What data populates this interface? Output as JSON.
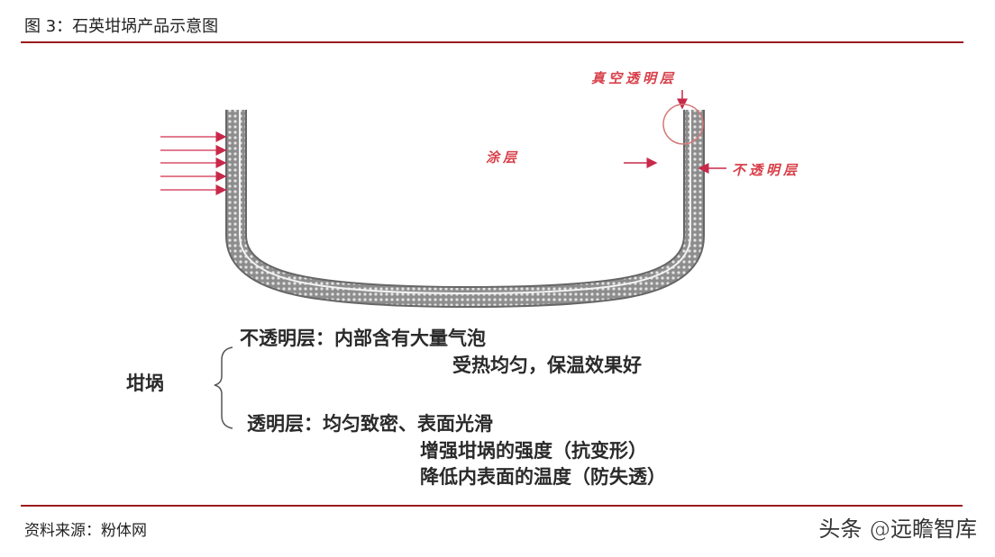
{
  "figure": {
    "title": "图 3：石英坩埚产品示意图"
  },
  "diagram": {
    "labels": {
      "vacuum_transparent_layer": "真空透明层",
      "coating": "涂层",
      "opaque_layer": "不透明层"
    },
    "colors": {
      "label_red": "#d8404a",
      "arrow_red": "#c8284a",
      "rule": "#9b1b1e"
    },
    "crucible_label": "坩埚",
    "opaque": {
      "line1": "不透明层：内部含有大量气泡",
      "line2": "受热均匀，保温效果好"
    },
    "transparent": {
      "line1": "透明层：均匀致密、表面光滑",
      "line2": "增强坩埚的强度（抗变形）",
      "line3": "降低内表面的温度（防失透）"
    }
  },
  "footer": {
    "source": "资料来源：粉体网",
    "watermark": "头条 @远瞻智库"
  }
}
